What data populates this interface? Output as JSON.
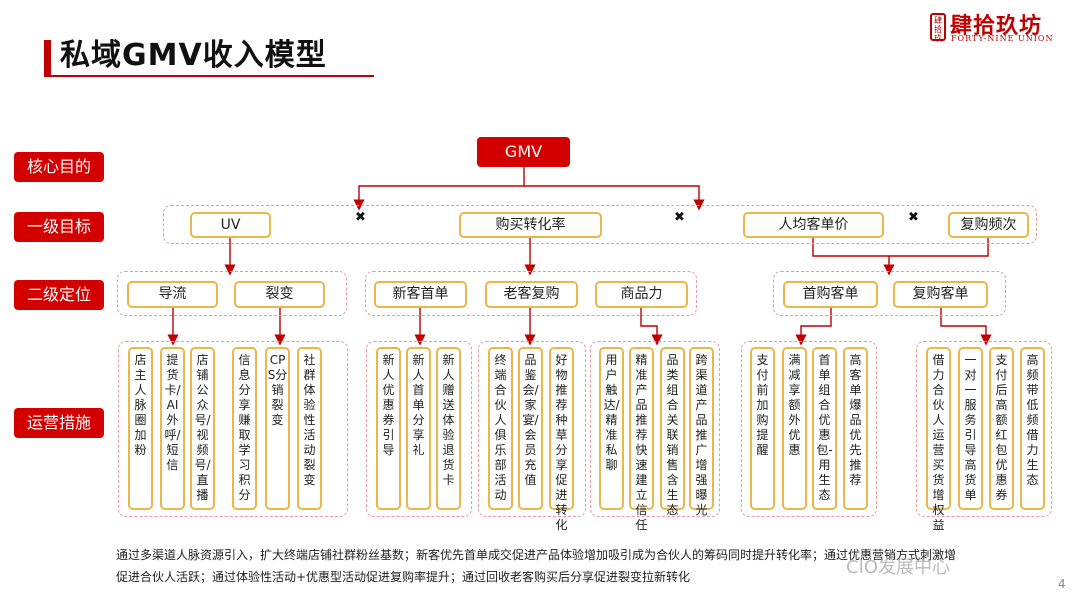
{
  "header": {
    "title": "私域GMV收入模型",
    "logo_seal": "肆拾玖",
    "logo_name": "肆拾玖坊",
    "logo_sub": "FORTY-NINE UNION"
  },
  "levels": {
    "core": "核心目的",
    "first": "一级目标",
    "second": "二级定位",
    "ops": "运营措施"
  },
  "gmv": "GMV",
  "first_goals": {
    "uv": "UV",
    "conversion": "购买转化率",
    "aov": "人均客单价",
    "repeat_freq": "复购频次",
    "mult": "✖"
  },
  "second_targets": {
    "traffic": "导流",
    "fission": "裂变",
    "new_first": "新客首单",
    "old_repeat": "老客复购",
    "product": "商品力",
    "first_order": "首购客单",
    "repeat_order": "复购客单"
  },
  "ops": [
    "店主人脉圈加粉",
    "提货卡/AI外呼/短信",
    "店铺公众号/视频号/直播",
    "信息分享赚取学习积分",
    "CPS分销裂变",
    "社群体验性活动裂变",
    "新人优惠券引导",
    "新人首单分享礼",
    "新人赠送体验退货卡",
    "终端合伙人俱乐部活动",
    "品鉴会/家宴/会员充值",
    "好物推荐种草分享促进转化",
    "用户触达/精准私聊",
    "精准产品推荐快速建立信任",
    "品类组合关联销售含生态",
    "跨渠道产品推广增强曝光",
    "支付前加购提醒",
    "满减享额外优惠",
    "首单组合优惠包-用生态",
    "高客单爆品优先推荐",
    "借力合伙人运营买货增权益",
    "一对一服务引导高货单",
    "支付后高额红包优惠券",
    "高频带低频借力生态"
  ],
  "footer": {
    "line1": "通过多渠道人脉资源引入，扩大终端店铺社群粉丝基数；新客优先首单成交促进产品体验增加吸引成为合伙人的筹码同时提升转化率；通过优惠营销方式刺激增",
    "line2": "促进合伙人活跃；通过体验性活动+优惠型活动促进复购率提升；通过回收老客购买后分享促进裂变拉新转化"
  },
  "watermark": "CIO发展中心",
  "page_number": "4",
  "colors": {
    "red": "#d40000",
    "orange": "#eeb54a",
    "dashed": "#e89aa0"
  }
}
